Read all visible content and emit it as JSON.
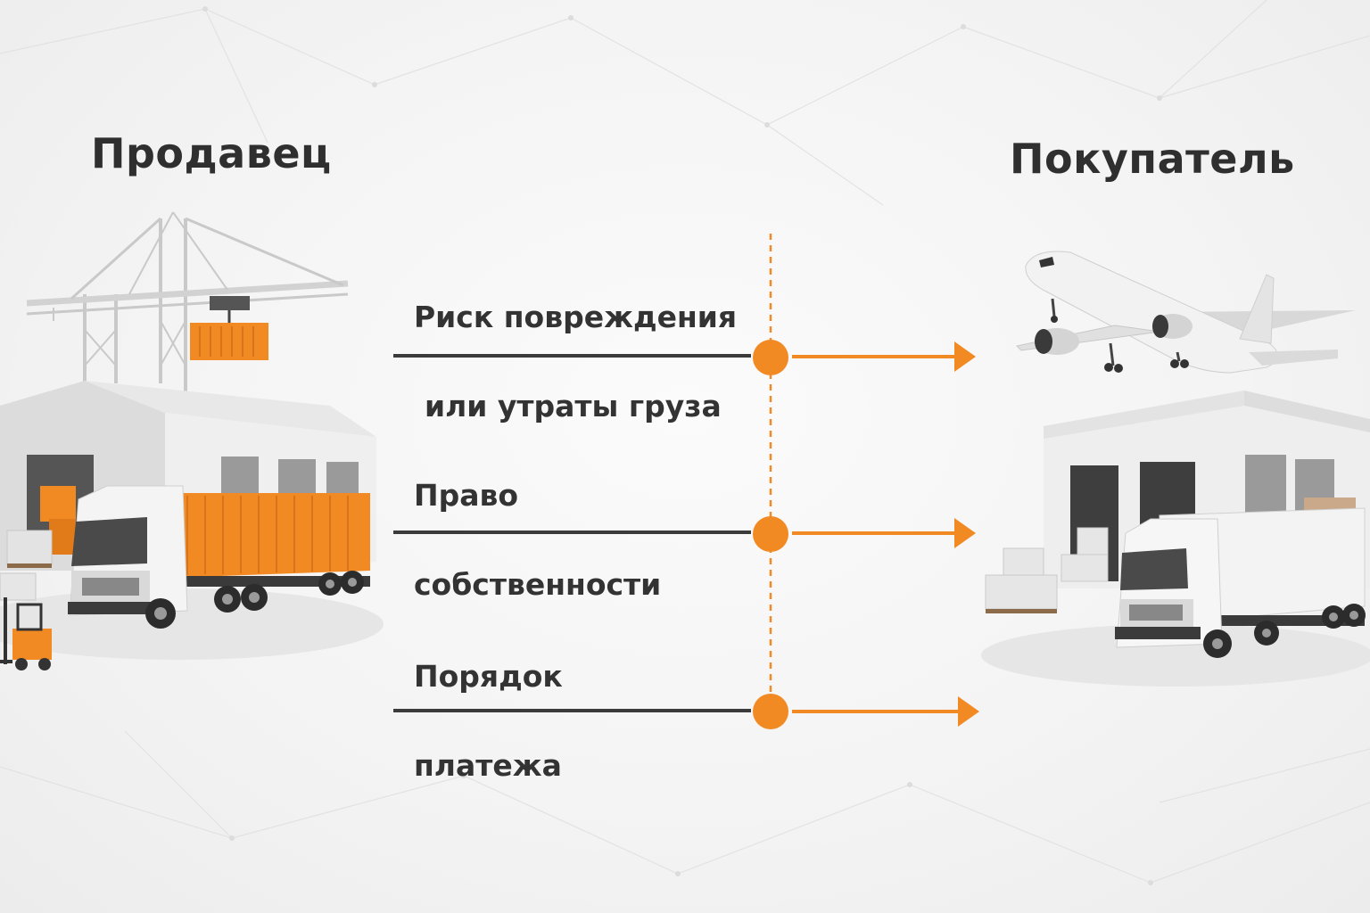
{
  "seller": {
    "title": "Продавец"
  },
  "buyer": {
    "title": "Покупатель"
  },
  "rows": [
    {
      "label_line1": "Риск повреждения",
      "label_line2": "или утраты груза"
    },
    {
      "label_line1": "Право",
      "label_line2": "собственности"
    },
    {
      "label_line1": "Порядок",
      "label_line2": "платежа"
    }
  ],
  "colors": {
    "accent": "#f28a24",
    "dark_line": "#3b3b3b",
    "text": "#2f2f2f"
  }
}
